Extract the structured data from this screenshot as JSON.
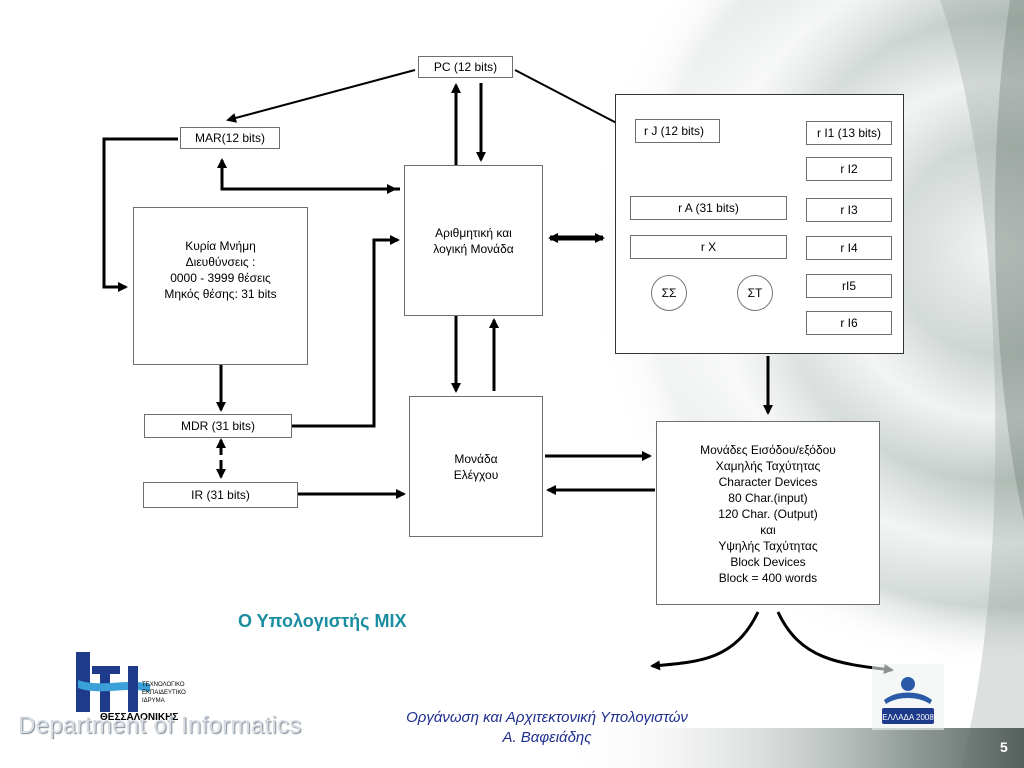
{
  "slide": {
    "caption": "Ο Υπολογιστής MIX",
    "footer_line1": "Οργάνωση και Αρχιτεκτονική Υπολογιστών",
    "footer_line2": "Α. Βαφειάδης",
    "department": "Department of Informatics",
    "page_number": "5",
    "logo_text_lines": [
      "ΤΕΧΝΟΛΟΓΙΚΟ",
      "ΕΚΠΑΙΔΕΥΤΙΚΟ",
      "ΙΔΡΥΜΑ",
      "ΘΕΣΣΑΛΟΝΙΚΗΣ"
    ],
    "olympic_logo_text": "ΕΛΛΑΔΑ 2008"
  },
  "diagram": {
    "pc": "PC (12 bits)",
    "mar": "MAR(12 bits)",
    "memory": {
      "title": "Κυρία Μνήμη",
      "addresses_label": "Διευθύνσεις :",
      "addresses_range": "0000 - 3999 θέσεις",
      "length": "Μηκός θέσης: 31 bits"
    },
    "alu": {
      "line1": "Αριθμητική και",
      "line2": "λογική Μονάδα"
    },
    "control": {
      "line1": "Μονάδα",
      "line2": "Ελέγχου"
    },
    "mdr": "MDR (31 bits)",
    "ir": "IR (31 bits)",
    "registers": {
      "rj": "r J (12 bits)",
      "ra": "r A (31 bits)",
      "rx": "r X",
      "ss": "ΣΣ",
      "st": "ΣΤ",
      "index": [
        "r I1 (13 bits)",
        "r I2",
        "r I3",
        "r I4",
        "rI5",
        "r I6"
      ]
    },
    "io": [
      "Μονάδες Εισόδου/εξόδου",
      "Χαμηλής Ταχύτητας",
      "Character Devices",
      "80 Char.(input)",
      "120 Char. (Output)",
      "και",
      "Υψηλής Ταχύτητας",
      "Block Devices",
      "Block = 400 words"
    ]
  }
}
